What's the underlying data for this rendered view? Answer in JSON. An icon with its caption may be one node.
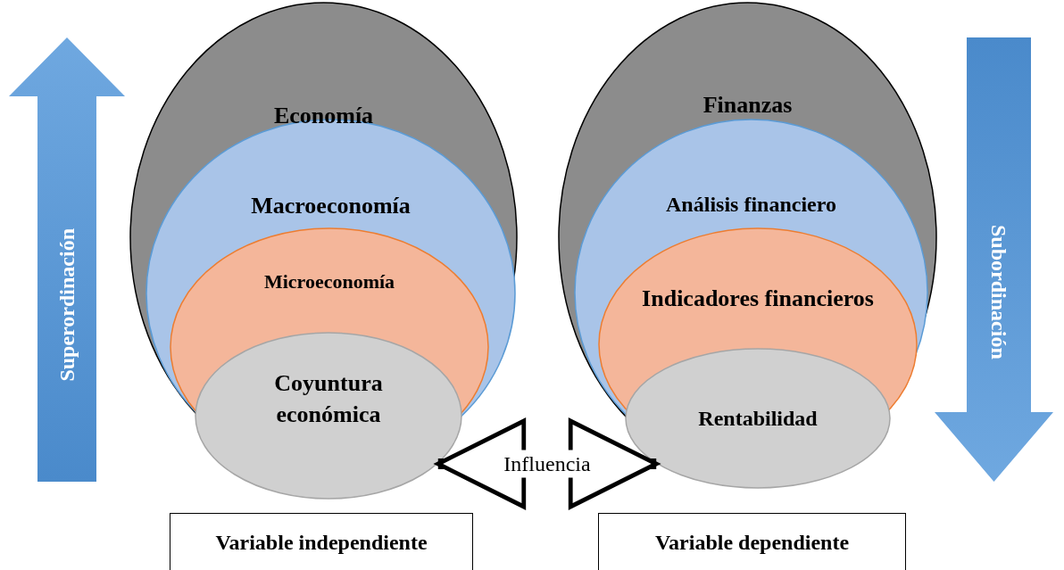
{
  "diagram": {
    "nodes": [
      {
        "text": [
          "Economía"
        ]
      },
      {
        "text": [
          "Macroeconomía"
        ],
        "in": 0
      },
      {
        "text": [
          "Microeconomía"
        ],
        "in": 1
      },
      {
        "text": [
          "Coyuntura económica"
        ]
      },
      {
        "text": [
          "Finanzas"
        ]
      },
      {
        "text": [
          "Análisis financiero"
        ],
        "in": 4
      },
      {
        "text": [
          "Indicadores financieros"
        ],
        "in": 5
      },
      {
        "text": [
          "Rentabilidad"
        ]
      },
      {
        "text": [
          "Variable independiente"
        ]
      },
      {
        "text": [
          "Variable dependiente"
        ]
      },
      {
        "text": [
          "Superordinación"
        ]
      },
      {
        "text": [
          "Subordinación"
        ]
      }
    ],
    "edges": [
      {
        "from": 3,
        "to": 7,
        "arrow": "both",
        "label": "Influencia"
      }
    ]
  }
}
